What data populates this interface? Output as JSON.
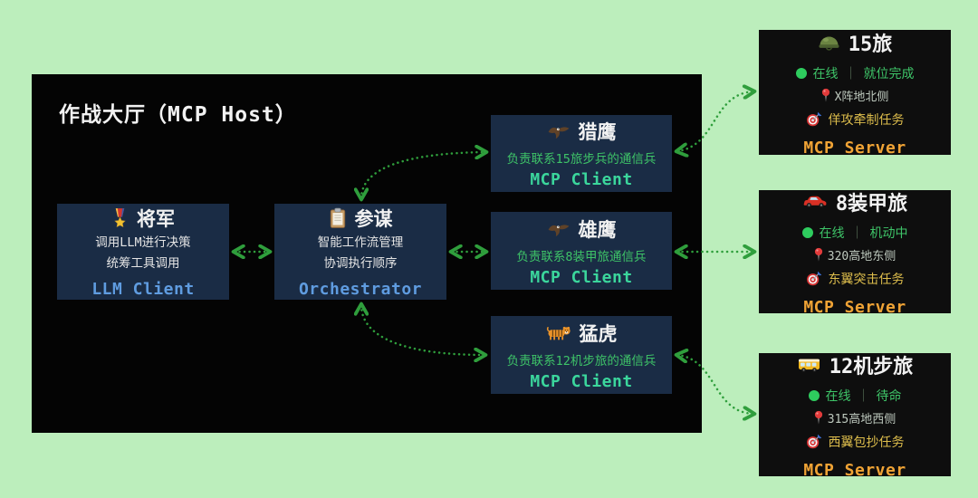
{
  "host": {
    "title": "作战大厅（MCP Host）"
  },
  "general": {
    "icon": "military-medal",
    "title": "将军",
    "lines": [
      "调用LLM进行决策",
      "统筹工具调用"
    ],
    "role": "LLM Client"
  },
  "orchestrator": {
    "icon": "clipboard",
    "title": "参谋",
    "lines": [
      "智能工作流管理",
      "协调执行顺序"
    ],
    "role": "Orchestrator"
  },
  "clients": [
    {
      "icon": "eagle",
      "title": "猎鹰",
      "desc": "负责联系15旅步兵的通信兵",
      "role": "MCP Client"
    },
    {
      "icon": "eagle",
      "title": "雄鹰",
      "desc": "负责联系8装甲旅通信兵",
      "role": "MCP Client"
    },
    {
      "icon": "tiger",
      "title": "猛虎",
      "desc": "负责联系12机步旅的通信兵",
      "role": "MCP Client"
    }
  ],
  "servers": [
    {
      "icon": "military-helmet",
      "title": "15旅",
      "online": "在线",
      "sep": "｜",
      "state": "就位完成",
      "location": "X阵地北侧",
      "task": "佯攻牵制任务",
      "role": "MCP Server"
    },
    {
      "icon": "red-car",
      "title": "8装甲旅",
      "online": "在线",
      "sep": "｜",
      "state": "机动中",
      "location": "320高地东侧",
      "task": "东翼突击任务",
      "role": "MCP Server"
    },
    {
      "icon": "bus",
      "title": "12机步旅",
      "online": "在线",
      "sep": "｜",
      "state": "待命",
      "location": "315高地西侧",
      "task": "西翼包抄任务",
      "role": "MCP Server"
    }
  ],
  "colors": {
    "background": "#bceebc",
    "host_bg": "#040404",
    "node_bg": "#1a2c45",
    "server_bg": "#0e0e0e",
    "title_text": "#f2f2f2",
    "blue_label": "#5f9ce0",
    "green_text": "#3ec468",
    "teal_label": "#3bd69c",
    "muted_text": "#bec9be",
    "yellow_text": "#ddbd4c",
    "orange_label": "#f0a335",
    "online_dot": "#2ecc5e",
    "arrow": "#2f9e3c"
  }
}
